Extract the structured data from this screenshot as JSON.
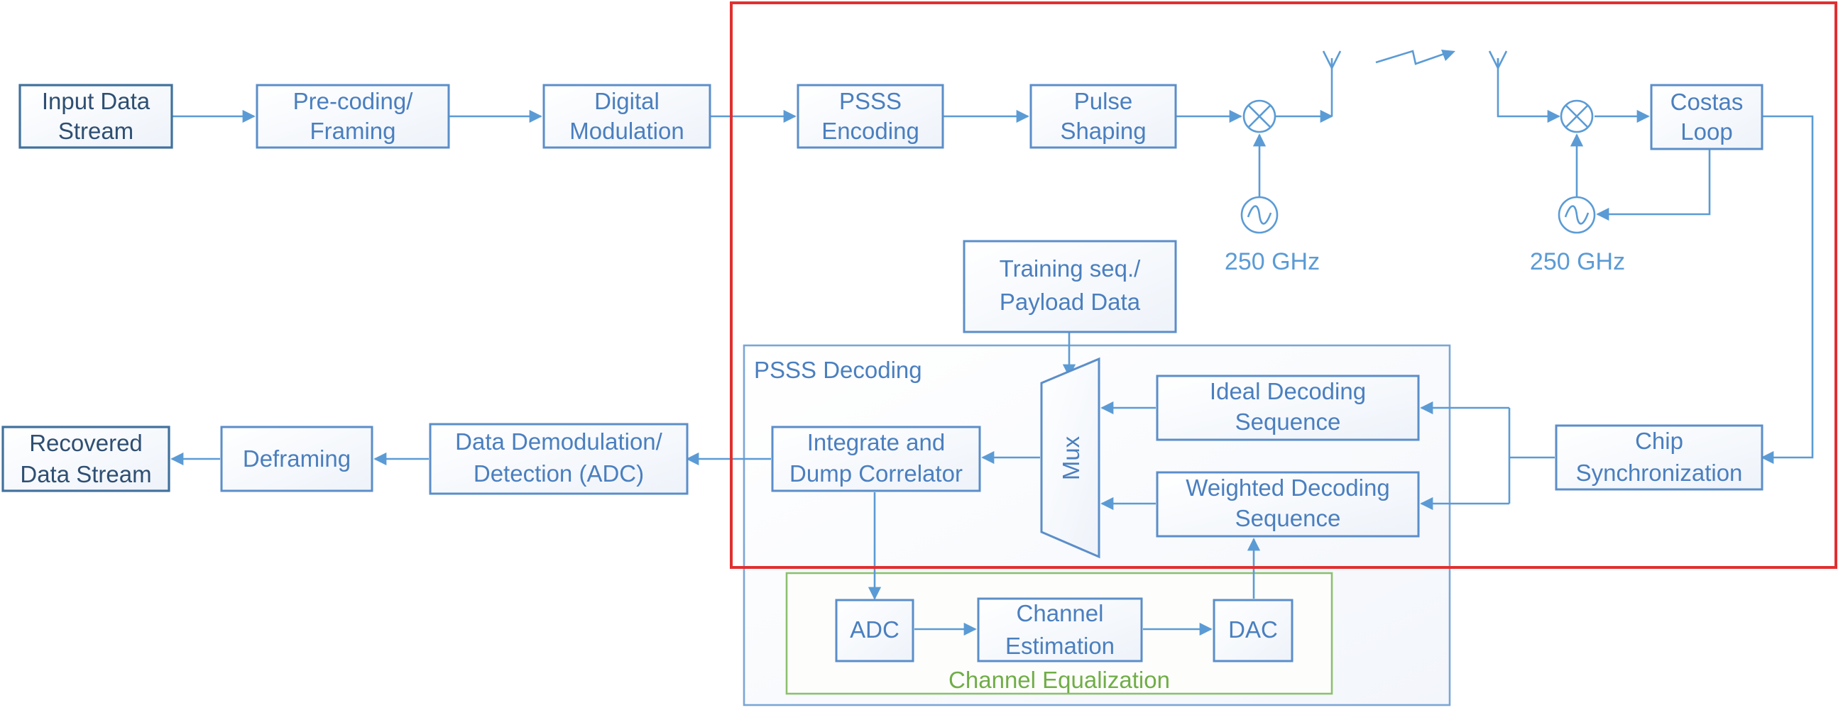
{
  "blocks": {
    "input_data_stream": [
      "Input Data",
      "Stream"
    ],
    "precoding_framing": [
      "Pre-coding/",
      "Framing"
    ],
    "digital_modulation": [
      "Digital",
      "Modulation"
    ],
    "psss_encoding": [
      "PSSS",
      "Encoding"
    ],
    "pulse_shaping": [
      "Pulse",
      "Shaping"
    ],
    "costas_loop": [
      "Costas",
      "Loop"
    ],
    "training_payload": [
      "Training seq./",
      "Payload Data"
    ],
    "ideal_decoding": [
      "Ideal Decoding",
      "Sequence"
    ],
    "weighted_decoding": [
      "Weighted Decoding",
      "Sequence"
    ],
    "chip_sync": [
      "Chip",
      "Synchronization"
    ],
    "integrate_dump": [
      "Integrate and",
      "Dump Correlator"
    ],
    "data_demod": [
      "Data Demodulation/",
      "Detection (ADC)"
    ],
    "deframing": "Deframing",
    "recovered_stream": [
      "Recovered",
      "Data Stream"
    ],
    "adc": "ADC",
    "channel_estimation": [
      "Channel",
      "Estimation"
    ],
    "dac": "DAC",
    "mux": "Mux"
  },
  "oscillators": {
    "tx_freq": "250 GHz",
    "rx_freq": "250 GHz"
  },
  "groups": {
    "psss_decoding": "PSSS Decoding",
    "channel_equalization": "Channel Equalization"
  },
  "colors": {
    "block_stroke": "#5b8ec9",
    "dark_stroke": "#41719c",
    "wire": "#5b9bd5",
    "highlight": "#e03030",
    "equalization": "#70ad47"
  }
}
